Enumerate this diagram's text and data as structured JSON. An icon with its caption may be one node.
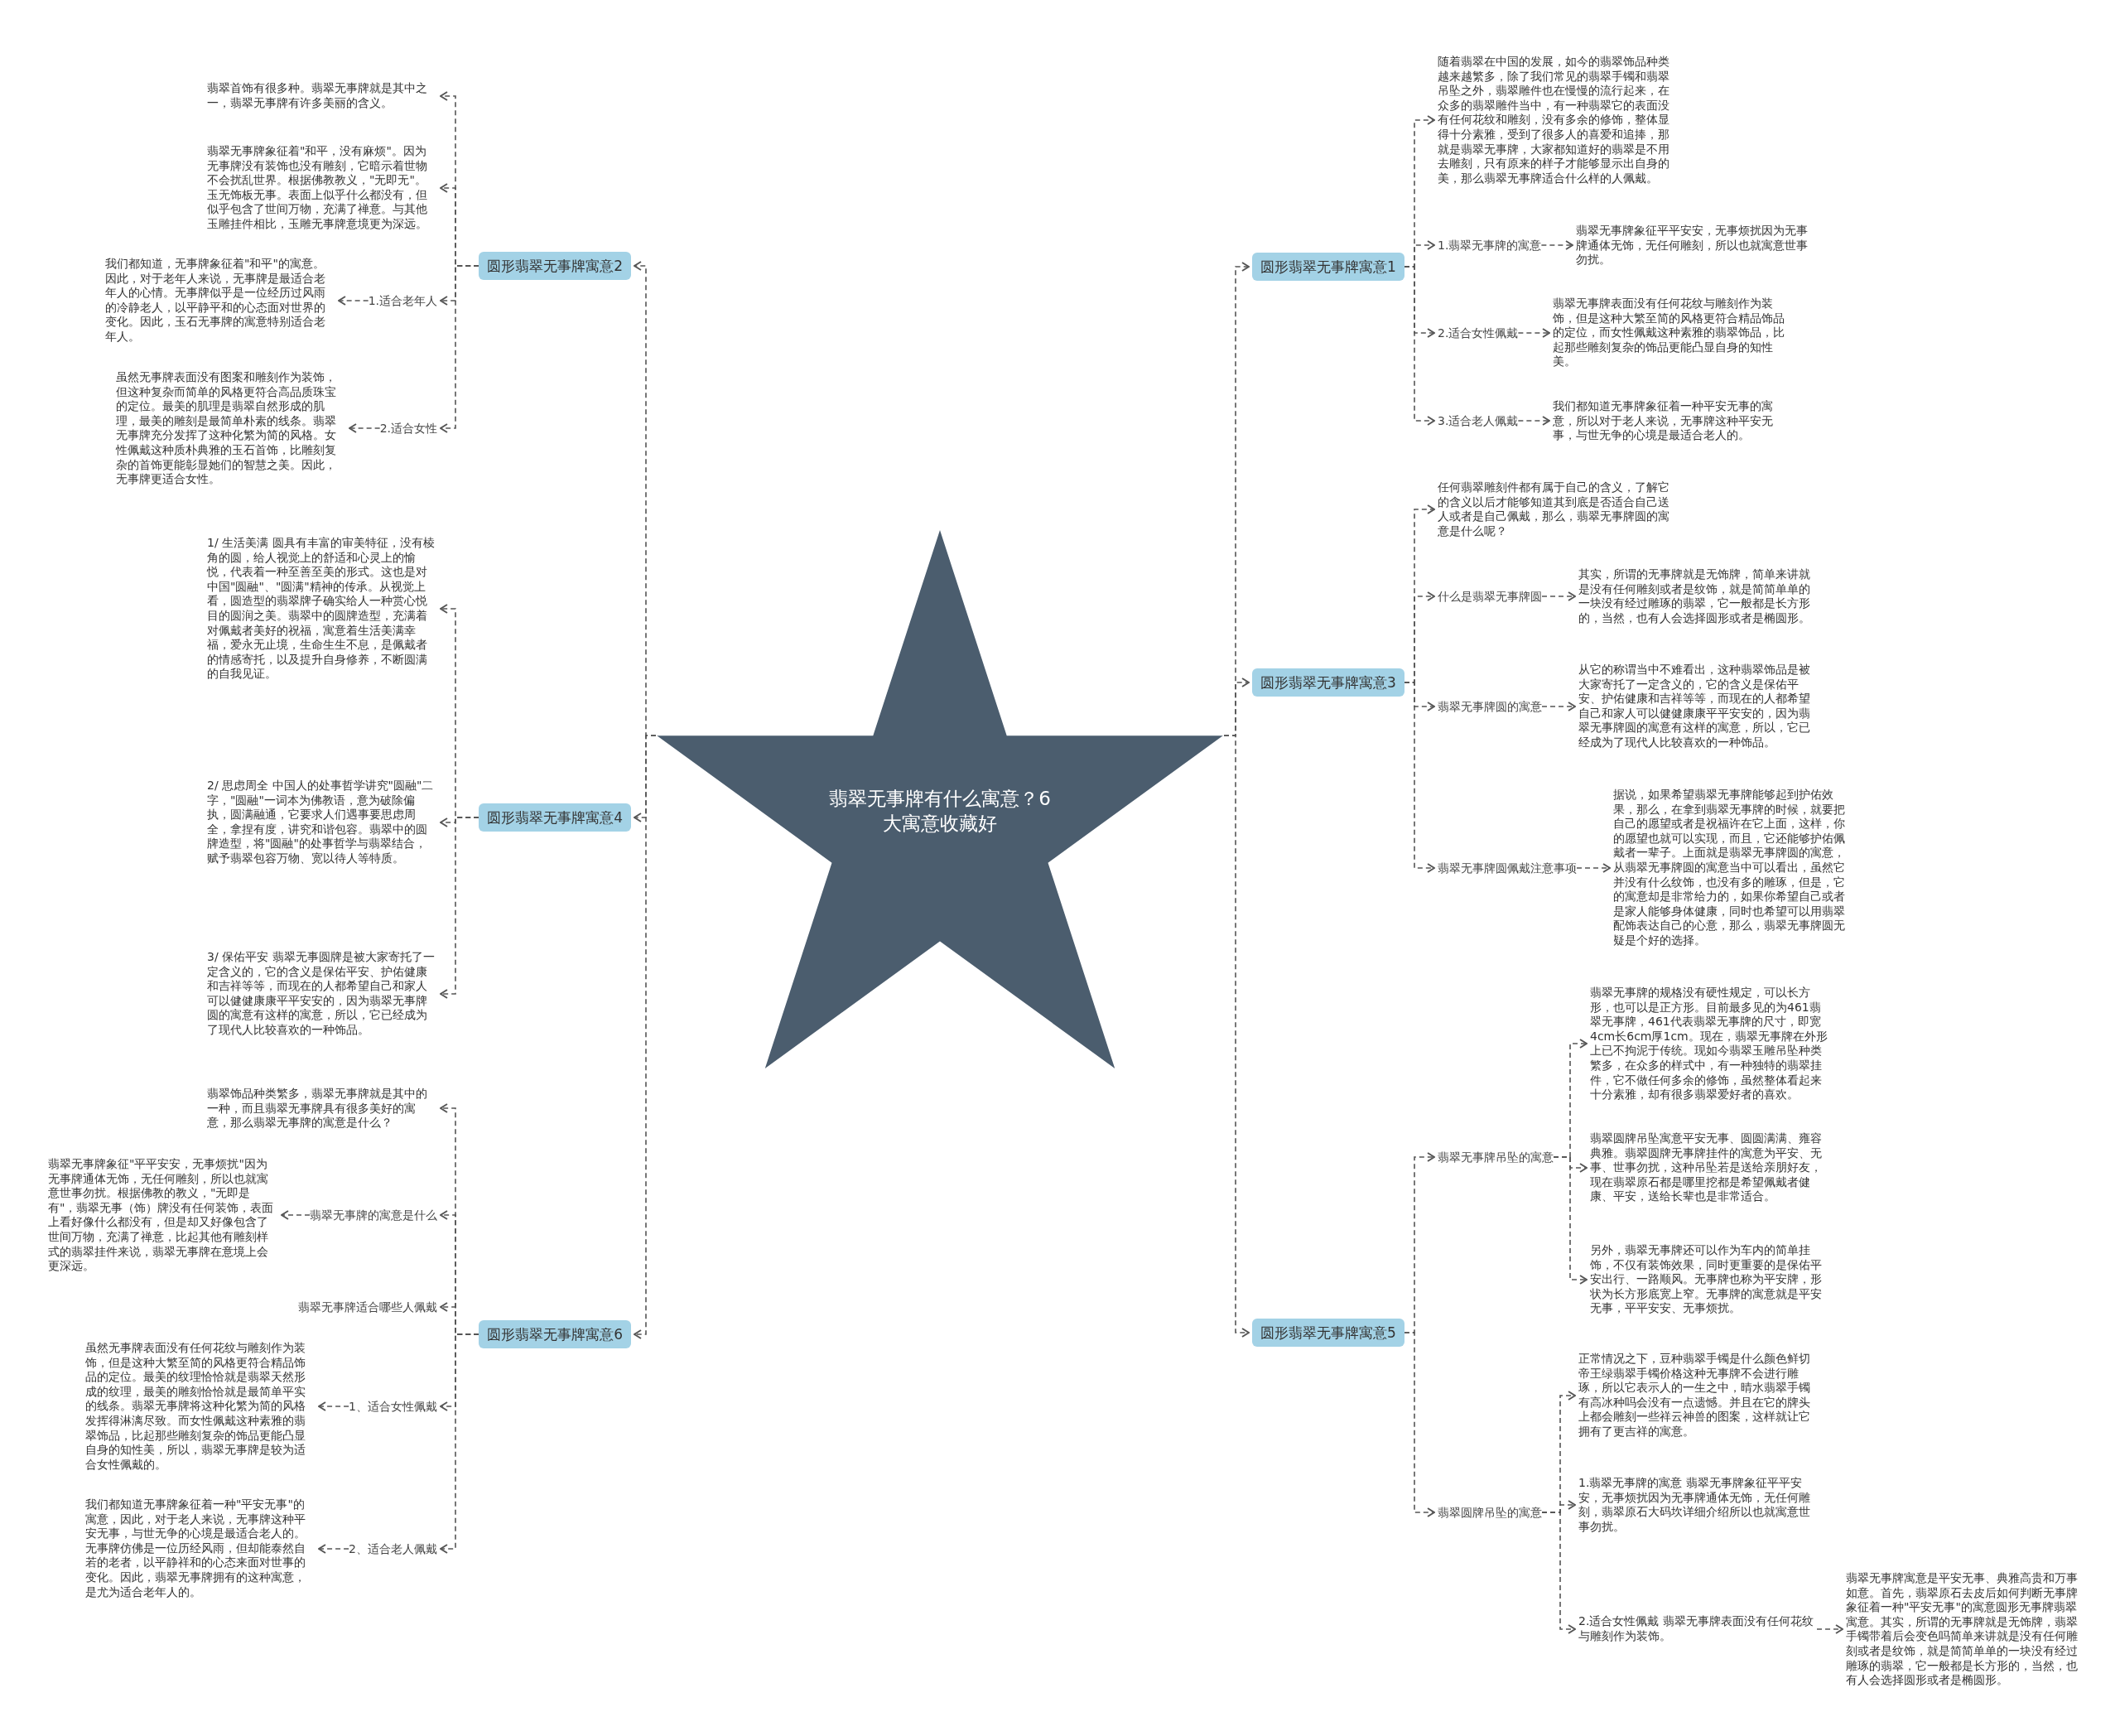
{
  "diagram": {
    "nodes": [
      {
        "text": [
          "翡翠无事牌有什么寓意？6大寓意收藏好"
        ]
      },
      {
        "text": [
          "圆形翡翠无事牌寓意2"
        ]
      },
      {
        "text": [
          "翡翠首饰有很多种。翡翠无事牌就是其中之一，翡翠无事牌有许多美丽的含义。"
        ]
      },
      {
        "text": [
          "翡翠无事牌象征着\"和平，没有麻烦\"。因为无事牌没有装饰也没有雕刻，它暗示着世物不会扰乱世界。根据佛教教义，\"无即无\"。玉无饰板无事。表面上似乎什么都没有，但似乎包含了世间万物，充满了禅意。与其他玉雕挂件相比，玉雕无事牌意境更为深远。"
        ]
      },
      {
        "text": [
          "1.适合老年人"
        ]
      },
      {
        "text": [
          "我们都知道，无事牌象征着\"和平\"的寓意。因此，对于老年人来说，无事牌是最适合老年人的心情。无事牌似乎是一位经历过风雨的冷静老人，以平静平和的心态面对世界的变化。因此，玉石无事牌的寓意特别适合老年人。"
        ]
      },
      {
        "text": [
          "2.适合女性"
        ]
      },
      {
        "text": [
          "虽然无事牌表面没有图案和雕刻作为装饰，但这种复杂而简单的风格更符合高品质珠宝的定位。最美的肌理是翡翠自然形成的肌理，最美的雕刻是最简单朴素的线条。翡翠无事牌充分发挥了这种化繁为简的风格。女性佩戴这种质朴典雅的玉石首饰，比雕刻复杂的首饰更能彰显她们的智慧之美。因此，无事牌更适合女性。"
        ]
      },
      {
        "text": [
          "圆形翡翠无事牌寓意4"
        ]
      },
      {
        "text": [
          "1/ 生活美满 圆具有丰富的审美特征，没有棱角的圆，给人视觉上的舒适和心灵上的愉悦，代表着一种至善至美的形式。这也是对中国\"圆融\"、\"圆满\"精神的传承。从视觉上看，圆造型的翡翠牌子确实给人一种赏心悦目的圆润之美。翡翠中的圆牌造型，充满着对佩戴者美好的祝福，寓意着生活美满幸福，爱永无止境，生命生生不息，是佩戴者的情感寄托，以及提升自身修养，不断圆满的自我见证。"
        ]
      },
      {
        "text": [
          "2/ 思虑周全 中国人的处事哲学讲究\"圆融\"二字，\"圆融\"一词本为佛教语，意为破除偏执，圆满融通，它要求人们遇事要思虑周全，拿捏有度，讲究和谐包容。翡翠中的圆牌造型，将\"圆融\"的处事哲学与翡翠结合，赋予翡翠包容万物、宽以待人等特质。"
        ]
      },
      {
        "text": [
          "3/ 保佑平安 翡翠无事圆牌是被大家寄托了一定含义的，它的含义是保佑平安、护佑健康和吉祥等等，而现在的人都希望自己和家人可以健健康康平平安安的，因为翡翠无事牌圆的寓意有这样的寓意，所以，它已经成为了现代人比较喜欢的一种饰品。"
        ]
      },
      {
        "text": [
          "圆形翡翠无事牌寓意6"
        ]
      },
      {
        "text": [
          "翡翠饰品种类繁多，翡翠无事牌就是其中的一种，而且翡翠无事牌具有很多美好的寓意，那么翡翠无事牌的寓意是什么？"
        ]
      },
      {
        "text": [
          "翡翠无事牌的寓意是什么"
        ]
      },
      {
        "text": [
          "翡翠无事牌象征\"平平安安，无事烦扰\"因为无事牌通体无饰，无任何雕刻，所以也就寓意世事勿扰。根据佛教的教义，\"无即是有\"，翡翠无事（饰）牌没有任何装饰，表面上看好像什么都没有，但是却又好像包含了世间万物，充满了禅意，比起其他有雕刻样式的翡翠挂件来说，翡翠无事牌在意境上会更深远。"
        ]
      },
      {
        "text": [
          "翡翠无事牌适合哪些人佩戴"
        ]
      },
      {
        "text": [
          "1、适合女性佩戴"
        ]
      },
      {
        "text": [
          "虽然无事牌表面没有任何花纹与雕刻作为装饰，但是这种大繁至简的风格更符合精品饰品的定位。最美的纹理恰恰就是翡翠天然形成的纹理，最美的雕刻恰恰就是最简单平实的线条。翡翠无事牌将这种化繁为简的风格发挥得淋漓尽致。而女性佩戴这种素雅的翡翠饰品，比起那些雕刻复杂的饰品更能凸显自身的知性美，所以，翡翠无事牌是较为适合女性佩戴的。"
        ]
      },
      {
        "text": [
          "2、适合老人佩戴"
        ]
      },
      {
        "text": [
          "我们都知道无事牌象征着一种\"平安无事\"的寓意，因此，对于老人来说，无事牌这种平安无事，与世无争的心境是最适合老人的。无事牌仿佛是一位历经风雨，但却能泰然自若的老者，以平静祥和的心态来面对世事的变化。因此，翡翠无事牌拥有的这种寓意，是尤为适合老年人的。"
        ]
      },
      {
        "text": [
          "圆形翡翠无事牌寓意1"
        ]
      },
      {
        "text": [
          "随着翡翠在中国的发展，如今的翡翠饰品种类越来越繁多，除了我们常见的翡翠手镯和翡翠吊坠之外，翡翠雕件也在慢慢的流行起来，在众多的翡翠雕件当中，有一种翡翠它的表面没有任何花纹和雕刻，没有多余的修饰，整体显得十分素雅，受到了很多人的喜爱和追捧，那就是翡翠无事牌，大家都知道好的翡翠是不用去雕刻，只有原来的样子才能够显示出自身的美，那么翡翠无事牌适合什么样的人佩戴。"
        ]
      },
      {
        "text": [
          "1.翡翠无事牌的寓意"
        ]
      },
      {
        "text": [
          "翡翠无事牌象征平平安安，无事烦扰因为无事牌通体无饰，无任何雕刻，所以也就寓意世事勿扰。"
        ]
      },
      {
        "text": [
          "2.适合女性佩戴"
        ]
      },
      {
        "text": [
          "翡翠无事牌表面没有任何花纹与雕刻作为装饰，但是这种大繁至简的风格更符合精品饰品的定位，而女性佩戴这种素雅的翡翠饰品，比起那些雕刻复杂的饰品更能凸显自身的知性美。"
        ]
      },
      {
        "text": [
          "3.适合老人佩戴"
        ]
      },
      {
        "text": [
          "我们都知道无事牌象征着一种平安无事的寓意，所以对于老人来说，无事牌这种平安无事，与世无争的心境是最适合老人的。"
        ]
      },
      {
        "text": [
          "圆形翡翠无事牌寓意3"
        ]
      },
      {
        "text": [
          "任何翡翠雕刻件都有属于自己的含义，了解它的含义以后才能够知道其到底是否适合自己送人或者是自己佩戴，那么，翡翠无事牌圆的寓意是什么呢？"
        ]
      },
      {
        "text": [
          "什么是翡翠无事牌圆"
        ]
      },
      {
        "text": [
          "其实，所谓的无事牌就是无饰牌，简单来讲就是没有任何雕刻或者是纹饰，就是简简单单的一块没有经过雕琢的翡翠，它一般都是长方形的，当然，也有人会选择圆形或者是椭圆形。"
        ]
      },
      {
        "text": [
          "翡翠无事牌圆的寓意"
        ]
      },
      {
        "text": [
          "从它的称谓当中不难看出，这种翡翠饰品是被大家寄托了一定含义的，它的含义是保佑平安、护佑健康和吉祥等等，而现在的人都希望自己和家人可以健健康康平平安安的，因为翡翠无事牌圆的寓意有这样的寓意，所以，它已经成为了现代人比较喜欢的一种饰品。"
        ]
      },
      {
        "text": [
          "翡翠无事牌圆佩戴注意事项"
        ]
      },
      {
        "text": [
          "据说，如果希望翡翠无事牌能够起到护佑效果，那么，在拿到翡翠无事牌的时候，就要把自己的愿望或者是祝福许在它上面，这样，你的愿望也就可以实现，而且，它还能够护佑佩戴者一辈子。上面就是翡翠无事牌圆的寓意，从翡翠无事牌圆的寓意当中可以看出，虽然它并没有什么纹饰，也没有多的雕琢，但是，它的寓意却是非常给力的，如果你希望自己或者是家人能够身体健康，同时也希望可以用翡翠配饰表达自己的心意，那么，翡翠无事牌圆无疑是个好的选择。"
        ]
      },
      {
        "text": [
          "圆形翡翠无事牌寓意5"
        ]
      },
      {
        "text": [
          "翡翠无事牌吊坠的寓意"
        ]
      },
      {
        "text": [
          "翡翠无事牌的规格没有硬性规定，可以长方形，也可以是正方形。目前最多见的为461翡翠无事牌，461代表翡翠无事牌的尺寸，即宽4cm长6cm厚1cm。现在，翡翠无事牌在外形上已不拘泥于传统。现如今翡翠玉雕吊坠种类繁多，在众多的样式中，有一种独特的翡翠挂件，它不做任何多余的修饰，虽然整体看起来十分素雅，却有很多翡翠爱好者的喜欢。"
        ]
      },
      {
        "text": [
          "翡翠圆牌吊坠寓意平安无事、圆圆满满、雍容典雅。翡翠圆牌无事牌挂件的寓意为平安、无事、世事勿扰，这种吊坠若是送给亲朋好友，现在翡翠原石都是哪里挖都是希望佩戴者健康、平安，送给长辈也是非常适合。"
        ]
      },
      {
        "text": [
          "另外，翡翠无事牌还可以作为车内的简单挂饰，不仅有装饰效果，同时更重要的是保佑平安出行、一路顺风。无事牌也称为平安牌，形状为长方形底宽上窄。无事牌的寓意就是平安无事，平平安安、无事烦扰。"
        ]
      },
      {
        "text": [
          "翡翠圆牌吊坠的寓意"
        ]
      },
      {
        "text": [
          "正常情况之下，豆种翡翠手镯是什么颜色鲜切帝王绿翡翠手镯价格这种无事牌不会进行雕琢，所以它表示人的一生之中，晴水翡翠手镯有高冰种吗会没有一点遗憾。并且在它的牌头上都会雕刻一些祥云神兽的图案，这样就让它拥有了更吉祥的寓意。"
        ]
      },
      {
        "text": [
          "1.翡翠无事牌的寓意 翡翠无事牌象征平平安安，无事烦扰因为无事牌通体无饰，无任何雕刻，翡翠原石大码坎详细介绍所以也就寓意世事勿扰。"
        ]
      },
      {
        "text": [
          "2.适合女性佩戴 翡翠无事牌表面没有任何花纹与雕刻作为装饰。"
        ]
      },
      {
        "text": [
          "翡翠无事牌寓意是平安无事、典雅高贵和万事如意。首先，翡翠原石去皮后如何判断无事牌象征着一种\"平安无事\"的寓意圆形无事牌翡翠寓意。其实，所谓的无事牌就是无饰牌，翡翠手镯带着后会变色吗简单来讲就是没有任何雕刻或者是纹饰，就是简简单单的一块没有经过雕琢的翡翠，它一般都是长方形的，当然，也有人会选择圆形或者是椭圆形。"
        ]
      }
    ],
    "edges": [
      {
        "from": 0,
        "to": 1,
        "arrow": "to",
        "style": "dashed"
      },
      {
        "from": 1,
        "to": 2,
        "arrow": "to",
        "style": "dashed"
      },
      {
        "from": 1,
        "to": 3,
        "arrow": "to",
        "style": "dashed"
      },
      {
        "from": 1,
        "to": 4,
        "arrow": "to",
        "style": "dashed"
      },
      {
        "from": 4,
        "to": 5,
        "arrow": "to",
        "style": "dashed"
      },
      {
        "from": 1,
        "to": 6,
        "arrow": "to",
        "style": "dashed"
      },
      {
        "from": 6,
        "to": 7,
        "arrow": "to",
        "style": "dashed"
      },
      {
        "from": 0,
        "to": 8,
        "arrow": "to",
        "style": "dashed"
      },
      {
        "from": 8,
        "to": 9,
        "arrow": "to",
        "style": "dashed"
      },
      {
        "from": 8,
        "to": 10,
        "arrow": "to",
        "style": "dashed"
      },
      {
        "from": 8,
        "to": 11,
        "arrow": "to",
        "style": "dashed"
      },
      {
        "from": 0,
        "to": 12,
        "arrow": "to",
        "style": "dashed"
      },
      {
        "from": 12,
        "to": 13,
        "arrow": "to",
        "style": "dashed"
      },
      {
        "from": 12,
        "to": 14,
        "arrow": "to",
        "style": "dashed"
      },
      {
        "from": 14,
        "to": 15,
        "arrow": "to",
        "style": "dashed"
      },
      {
        "from": 12,
        "to": 16,
        "arrow": "to",
        "style": "dashed"
      },
      {
        "from": 12,
        "to": 17,
        "arrow": "to",
        "style": "dashed"
      },
      {
        "from": 17,
        "to": 18,
        "arrow": "to",
        "style": "dashed"
      },
      {
        "from": 12,
        "to": 19,
        "arrow": "to",
        "style": "dashed"
      },
      {
        "from": 19,
        "to": 20,
        "arrow": "to",
        "style": "dashed"
      },
      {
        "from": 0,
        "to": 21,
        "arrow": "to",
        "style": "dashed"
      },
      {
        "from": 21,
        "to": 22,
        "arrow": "to",
        "style": "dashed"
      },
      {
        "from": 21,
        "to": 23,
        "arrow": "to",
        "style": "dashed"
      },
      {
        "from": 23,
        "to": 24,
        "arrow": "to",
        "style": "dashed"
      },
      {
        "from": 21,
        "to": 25,
        "arrow": "to",
        "style": "dashed"
      },
      {
        "from": 25,
        "to": 26,
        "arrow": "to",
        "style": "dashed"
      },
      {
        "from": 21,
        "to": 27,
        "arrow": "to",
        "style": "dashed"
      },
      {
        "from": 27,
        "to": 28,
        "arrow": "to",
        "style": "dashed"
      },
      {
        "from": 0,
        "to": 29,
        "arrow": "to",
        "style": "dashed"
      },
      {
        "from": 29,
        "to": 30,
        "arrow": "to",
        "style": "dashed"
      },
      {
        "from": 29,
        "to": 31,
        "arrow": "to",
        "style": "dashed"
      },
      {
        "from": 31,
        "to": 32,
        "arrow": "to",
        "style": "dashed"
      },
      {
        "from": 29,
        "to": 33,
        "arrow": "to",
        "style": "dashed"
      },
      {
        "from": 33,
        "to": 34,
        "arrow": "to",
        "style": "dashed"
      },
      {
        "from": 29,
        "to": 35,
        "arrow": "to",
        "style": "dashed"
      },
      {
        "from": 35,
        "to": 36,
        "arrow": "to",
        "style": "dashed"
      },
      {
        "from": 0,
        "to": 37,
        "arrow": "to",
        "style": "dashed"
      },
      {
        "from": 37,
        "to": 38,
        "arrow": "to",
        "style": "dashed"
      },
      {
        "from": 38,
        "to": 39,
        "arrow": "to",
        "style": "dashed"
      },
      {
        "from": 38,
        "to": 40,
        "arrow": "to",
        "style": "dashed"
      },
      {
        "from": 38,
        "to": 41,
        "arrow": "to",
        "style": "dashed"
      },
      {
        "from": 37,
        "to": 42,
        "arrow": "to",
        "style": "dashed"
      },
      {
        "from": 42,
        "to": 43,
        "arrow": "to",
        "style": "dashed"
      },
      {
        "from": 42,
        "to": 44,
        "arrow": "to",
        "style": "dashed"
      },
      {
        "from": 42,
        "to": 45,
        "arrow": "to",
        "style": "dashed"
      },
      {
        "from": 45,
        "to": 46,
        "arrow": "to",
        "style": "dashed"
      }
    ]
  }
}
